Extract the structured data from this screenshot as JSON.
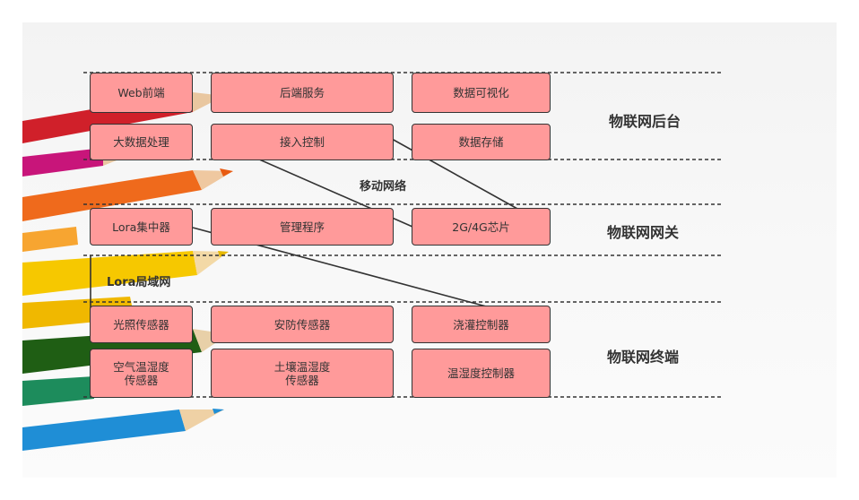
{
  "layers": [
    {
      "id": "backend",
      "label": "物联网后台"
    },
    {
      "id": "gateway",
      "label": "物联网网关"
    },
    {
      "id": "terminal",
      "label": "物联网终端"
    }
  ],
  "networks": {
    "mobile": "移动网络",
    "lora": "Lora局域网"
  },
  "boxes": {
    "web_frontend": "Web前端",
    "backend_service": "后端服务",
    "data_visualization": "数据可视化",
    "big_data": "大数据处理",
    "access_control": "接入控制",
    "data_storage": "数据存储",
    "lora_concentrator": "Lora集中器",
    "management_program": "管理程序",
    "chip_2g4g": "2G/4G芯片",
    "light_sensor": "光照传感器",
    "security_sensor": "安防传感器",
    "irrigation_controller": "浇灌控制器",
    "air_sensor": "空气温湿度\n传感器",
    "soil_sensor": "土壤温湿度\n传感器",
    "temp_humidity_controller": "温湿度控制器"
  },
  "colors": {
    "box_fill": "#ff9a9a",
    "line": "#333333"
  }
}
